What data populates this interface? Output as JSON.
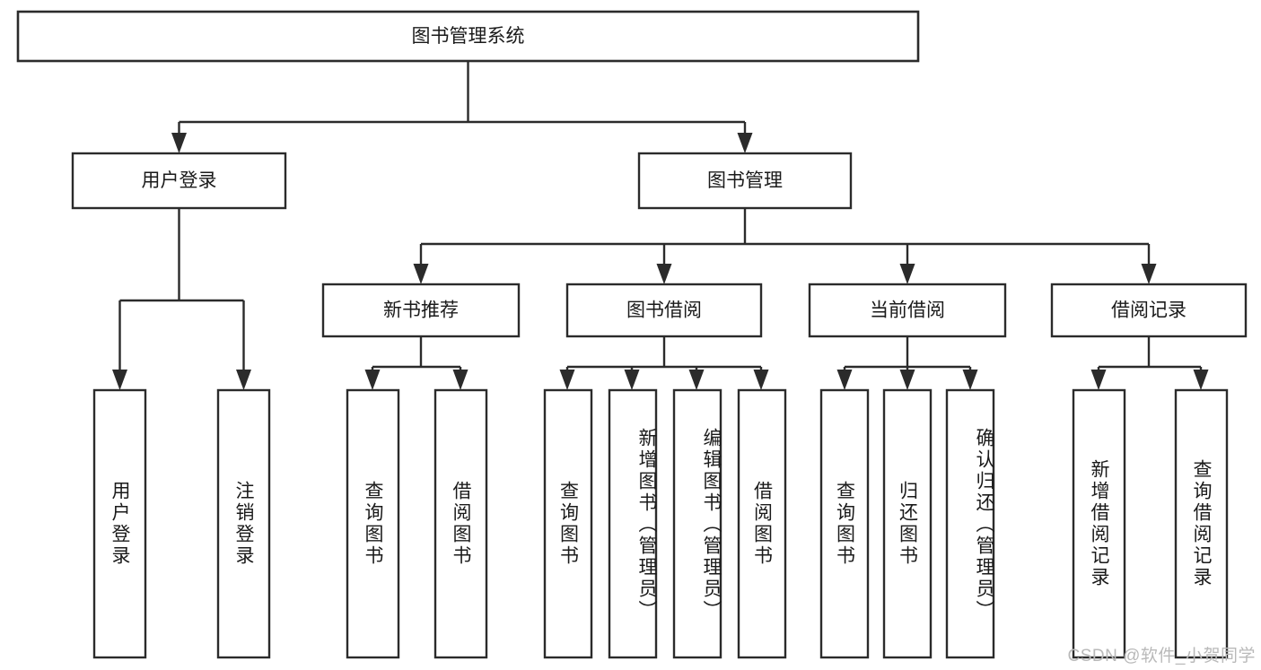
{
  "diagram": {
    "type": "tree-hierarchy",
    "title": "图书管理系统",
    "orientation": "top-down",
    "colors": {
      "box_stroke": "#2b2b2b",
      "box_fill": "#ffffff",
      "connector": "#2b2b2b",
      "text": "#1a1a1a",
      "background": "#ffffff",
      "watermark": "#b9b9b9"
    },
    "root": {
      "label": "图书管理系统"
    },
    "level2": [
      {
        "id": "user-login",
        "label": "用户登录"
      },
      {
        "id": "book-manage",
        "label": "图书管理"
      }
    ],
    "level3": [
      {
        "id": "new-book-rec",
        "label": "新书推荐"
      },
      {
        "id": "book-borrow",
        "label": "图书借阅"
      },
      {
        "id": "current-borrow",
        "label": "当前借阅"
      },
      {
        "id": "borrow-record",
        "label": "借阅记录"
      }
    ],
    "leaves": {
      "user-login": [
        {
          "id": "leaf-user-login",
          "label": "用户登录"
        },
        {
          "id": "leaf-logout",
          "label": "注销登录"
        }
      ],
      "new-book-rec": [
        {
          "id": "leaf-query-book-1",
          "label": "查询图书"
        },
        {
          "id": "leaf-borrow-book-1",
          "label": "借阅图书"
        }
      ],
      "book-borrow": [
        {
          "id": "leaf-query-book-2",
          "label": "查询图书"
        },
        {
          "id": "leaf-add-book",
          "label": "新增图书（管理员）"
        },
        {
          "id": "leaf-edit-book",
          "label": "编辑图书（管理员）"
        },
        {
          "id": "leaf-borrow-book-2",
          "label": "借阅图书"
        }
      ],
      "current-borrow": [
        {
          "id": "leaf-query-book-3",
          "label": "查询图书"
        },
        {
          "id": "leaf-return-book",
          "label": "归还图书"
        },
        {
          "id": "leaf-confirm-return",
          "label": "确认归还（管理员）"
        }
      ],
      "borrow-record": [
        {
          "id": "leaf-add-record",
          "label": "新增借阅记录"
        },
        {
          "id": "leaf-query-record",
          "label": "查询借阅记录"
        }
      ]
    }
  },
  "watermark": {
    "text": "CSDN @软件_小贺同学"
  }
}
